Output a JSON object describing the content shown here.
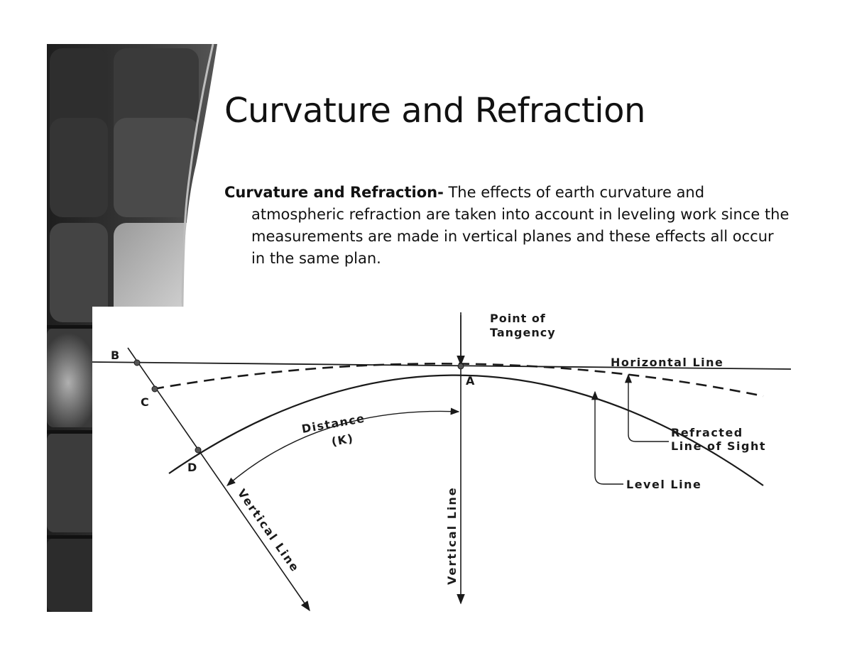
{
  "slide": {
    "title": "Curvature and Refraction",
    "term": "Curvature and Refraction-",
    "description": " The effects of earth curvature and atmospheric refraction are taken into account in leveling work since the measurements are made in vertical planes and these effects all occur in the same plan."
  },
  "diagram": {
    "point_b": "B",
    "point_c": "C",
    "point_a": "A",
    "point_d": "D",
    "point_of_tangency_line1": "Point of",
    "point_of_tangency_line2": "Tangency",
    "horizontal_line": "Horizontal Line",
    "distance_line1": "Distance",
    "distance_line2": "(K)",
    "refracted_line1": "Refracted",
    "refracted_line2": "Line of Sight",
    "level_line": "Level Line",
    "vertical_line_center": "Vertical Line",
    "vertical_line_left": "Vertical Line"
  },
  "colors": {
    "deco_dark": "#2b2b2b",
    "ink": "#1a1a1a"
  }
}
